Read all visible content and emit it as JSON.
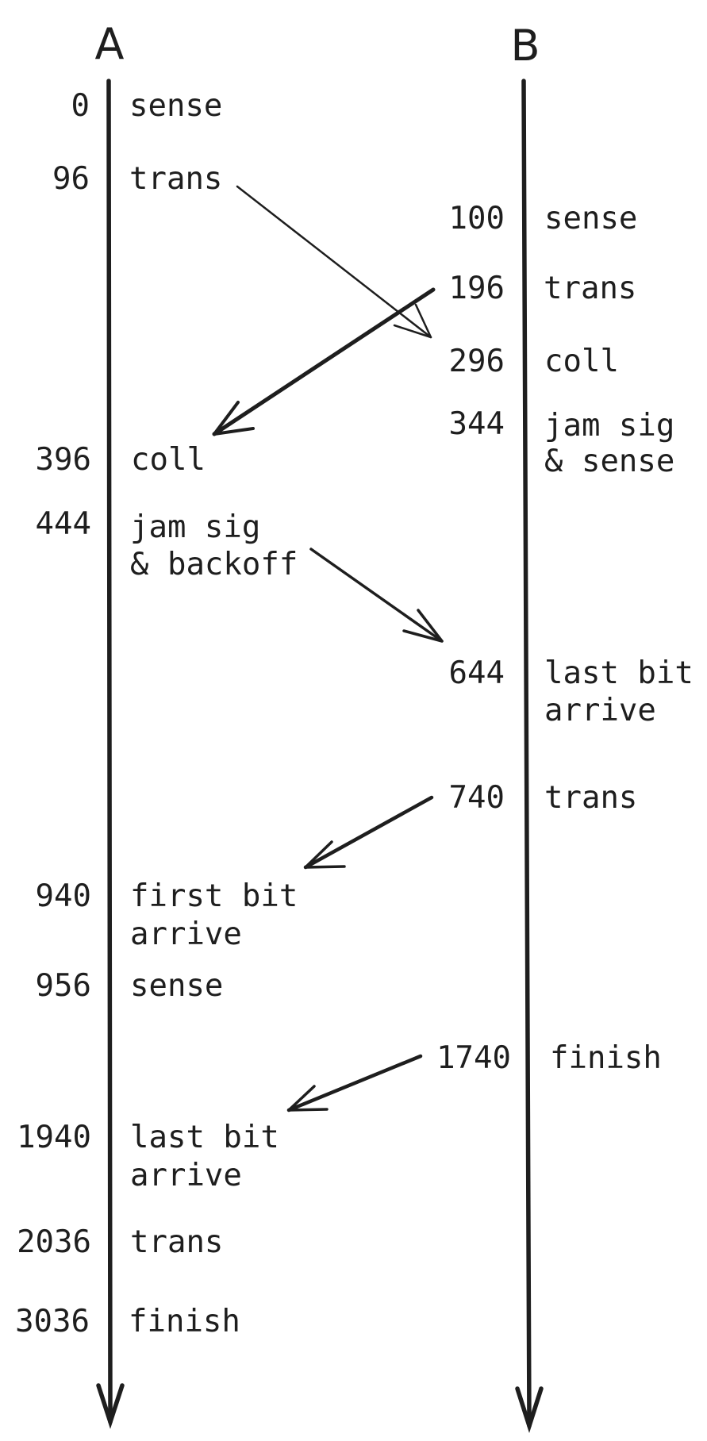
{
  "headers": {
    "a": "A",
    "b": "B"
  },
  "timeline_a": [
    {
      "time": "0",
      "lines": [
        "sense"
      ]
    },
    {
      "time": "96",
      "lines": [
        "trans"
      ]
    },
    {
      "time": "396",
      "lines": [
        "coll"
      ]
    },
    {
      "time": "444",
      "lines": [
        "jam sig",
        "& backoff"
      ]
    },
    {
      "time": "940",
      "lines": [
        "first bit",
        "arrive"
      ]
    },
    {
      "time": "956",
      "lines": [
        "sense"
      ]
    },
    {
      "time": "1940",
      "lines": [
        "last bit",
        "arrive"
      ]
    },
    {
      "time": "2036",
      "lines": [
        "trans"
      ]
    },
    {
      "time": "3036",
      "lines": [
        "finish"
      ]
    }
  ],
  "timeline_b": [
    {
      "time": "100",
      "lines": [
        "sense"
      ]
    },
    {
      "time": "196",
      "lines": [
        "trans"
      ]
    },
    {
      "time": "296",
      "lines": [
        "coll"
      ]
    },
    {
      "time": "344",
      "lines": [
        "jam sig",
        "& sense"
      ]
    },
    {
      "time": "644",
      "lines": [
        "last bit",
        "arrive"
      ]
    },
    {
      "time": "740",
      "lines": [
        "trans"
      ]
    },
    {
      "time": "1740",
      "lines": [
        "finish"
      ]
    }
  ],
  "signals": [
    {
      "id": "a-trans-to-b-coll",
      "from": "A 96 trans",
      "to": "B 296 coll"
    },
    {
      "id": "b-trans-to-a-coll",
      "from": "B 196 trans",
      "to": "A 396 coll"
    },
    {
      "id": "a-jam-to-b-last-bit",
      "from": "A 444 jam sig",
      "to": "B 644 last bit arrive"
    },
    {
      "id": "b-trans-to-a-first-bit",
      "from": "B 740 trans",
      "to": "A 940 first bit arrive"
    },
    {
      "id": "b-finish-to-a-last-bit",
      "from": "B 1740 finish",
      "to": "A 1940 last bit arrive"
    }
  ]
}
